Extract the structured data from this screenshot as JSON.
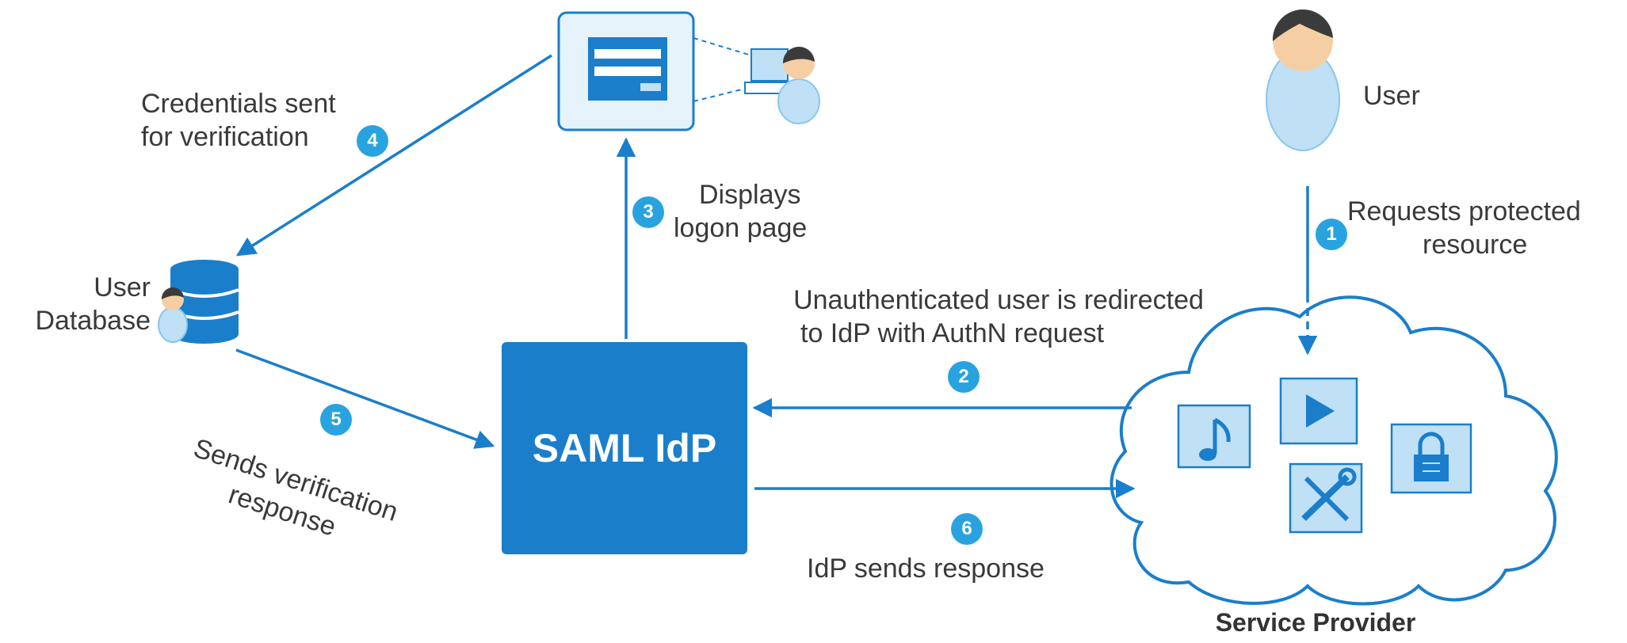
{
  "colors": {
    "arrow": "#1a7ecb",
    "idp_box": "#1a7ecb",
    "step_badge": "#29a3e0",
    "icon_fill": "#bfe0f5",
    "icon_stroke": "#1a7ecb",
    "skin": "#f5cfa3",
    "hair": "#3b3b3b",
    "text": "#3a3a3a"
  },
  "nodes": {
    "user": "User",
    "user_database": [
      "User",
      "Database"
    ],
    "saml_idp": "SAML IdP",
    "service_provider": "Service Provider"
  },
  "steps": [
    {
      "number": "1",
      "lines": [
        "Requests protected",
        "resource"
      ]
    },
    {
      "number": "2",
      "lines": [
        "Unauthenticated user is redirected",
        "to IdP with AuthN request"
      ]
    },
    {
      "number": "3",
      "lines": [
        "Displays",
        "logon page"
      ]
    },
    {
      "number": "4",
      "lines": [
        "Credentials sent",
        "for verification"
      ]
    },
    {
      "number": "5",
      "lines": [
        "Sends verification",
        "response"
      ]
    },
    {
      "number": "6",
      "lines": [
        "IdP sends response"
      ]
    }
  ],
  "icons": {
    "user_person": "user-person-icon",
    "database": "database-icon",
    "logon_screen": "logon-screen-icon",
    "music": "music-note-icon",
    "play": "play-icon",
    "tools": "tools-icon",
    "lock": "lock-icon",
    "cloud": "cloud-icon"
  }
}
